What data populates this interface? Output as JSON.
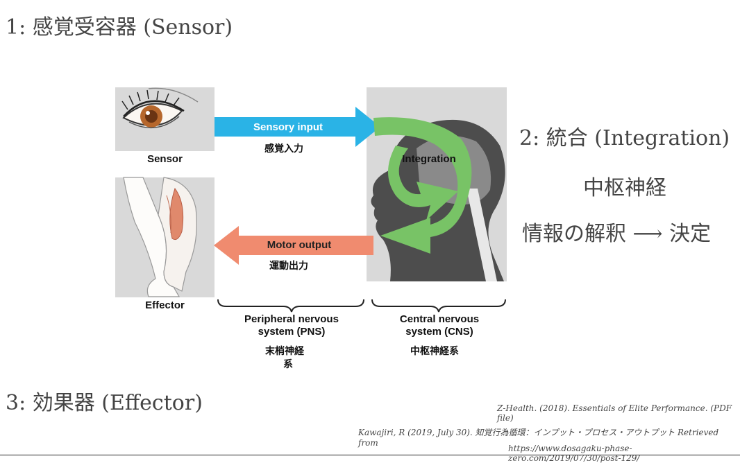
{
  "slide": {
    "heading_sensor": "1:  感覚受容器 (Sensor)",
    "heading_effector": "3: 効果器 (Effector)",
    "integration_title": "2: 統合 (Integration)",
    "integration_sub1": "中枢神経",
    "integration_sub2": "情報の解釈 ⟶ 決定"
  },
  "diagram": {
    "sensory_input": "Sensory input",
    "sensory_input_jp": "感覚入力",
    "motor_output": "Motor output",
    "motor_output_jp": "運動出力",
    "integration": "Integration",
    "sensor": "Sensor",
    "effector": "Effector",
    "pns_line1": "Peripheral nervous",
    "pns_line2": "system (PNS)",
    "pns_jp_line1": "末梢神経",
    "pns_jp_line2": "系",
    "cns_line1": "Central nervous",
    "cns_line2": "system (CNS)",
    "cns_jp": "中枢神経系"
  },
  "references": {
    "ref1": "Z-Health. (2018). Essentials of Elite Performance. (PDF file)",
    "ref2": "Kawajiri, R (2019,  July 30). 知覚行為循環：インプット・プロセス・アウトプット Retrieved from",
    "ref3": "https://www.dosagaku-phase-zero.com/2019/07/30/post-129/"
  },
  "colors": {
    "sensory_arrow": "#2ab3e6",
    "motor_arrow": "#f08b6f",
    "integration_loop": "#78c366",
    "panel_bg": "#d9d9d9"
  }
}
